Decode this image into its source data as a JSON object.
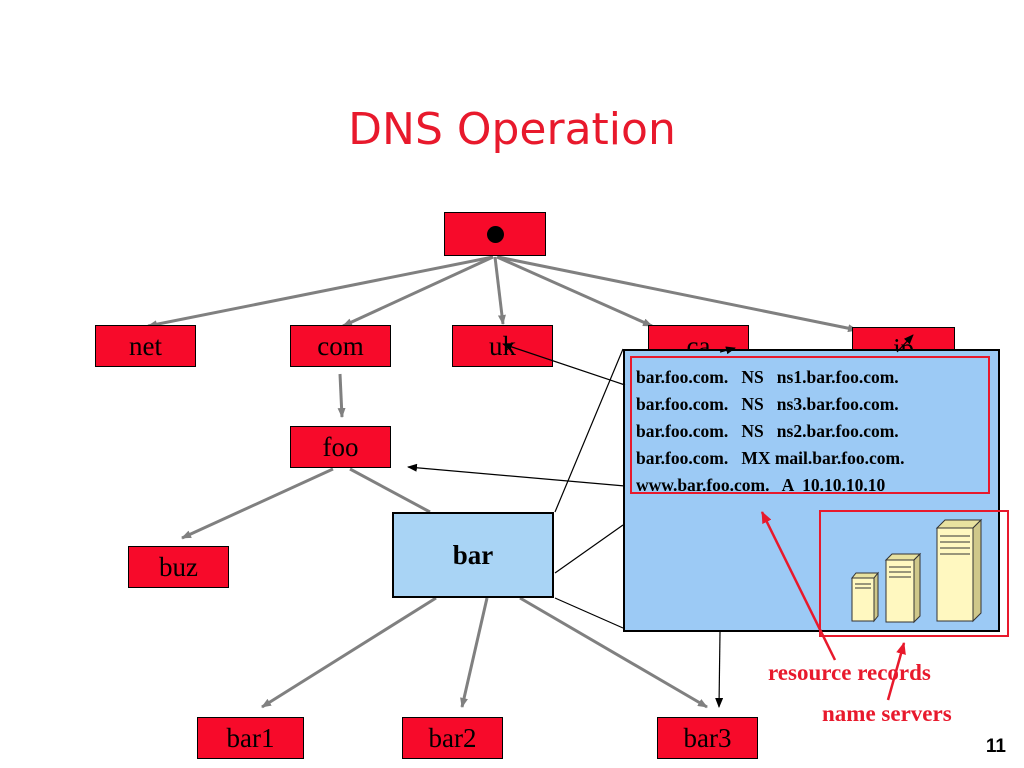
{
  "title": "DNS Operation",
  "tree": {
    "root_symbol": "●",
    "tld": [
      "net",
      "com",
      "uk",
      "ca",
      "jp"
    ],
    "foo": "foo",
    "buz": "buz",
    "bar": "bar",
    "leaves": [
      "bar1",
      "bar2",
      "bar3"
    ]
  },
  "records": [
    "bar.foo.com.   NS   ns1.bar.foo.com.",
    "bar.foo.com.   NS   ns3.bar.foo.com.",
    "bar.foo.com.   NS   ns2.bar.foo.com.",
    "bar.foo.com.   MX mail.bar.foo.com.",
    "www.bar.foo.com.   A  10.10.10.10"
  ],
  "labels": {
    "resource_records": "resource records",
    "name_servers": "name servers"
  },
  "page_number": "11",
  "colors": {
    "title": "#e8192c",
    "node_fill": "#f70a2a",
    "bar_fill": "#a9d4f5",
    "zone_fill": "#9ccaf5",
    "edge": "#808080"
  }
}
